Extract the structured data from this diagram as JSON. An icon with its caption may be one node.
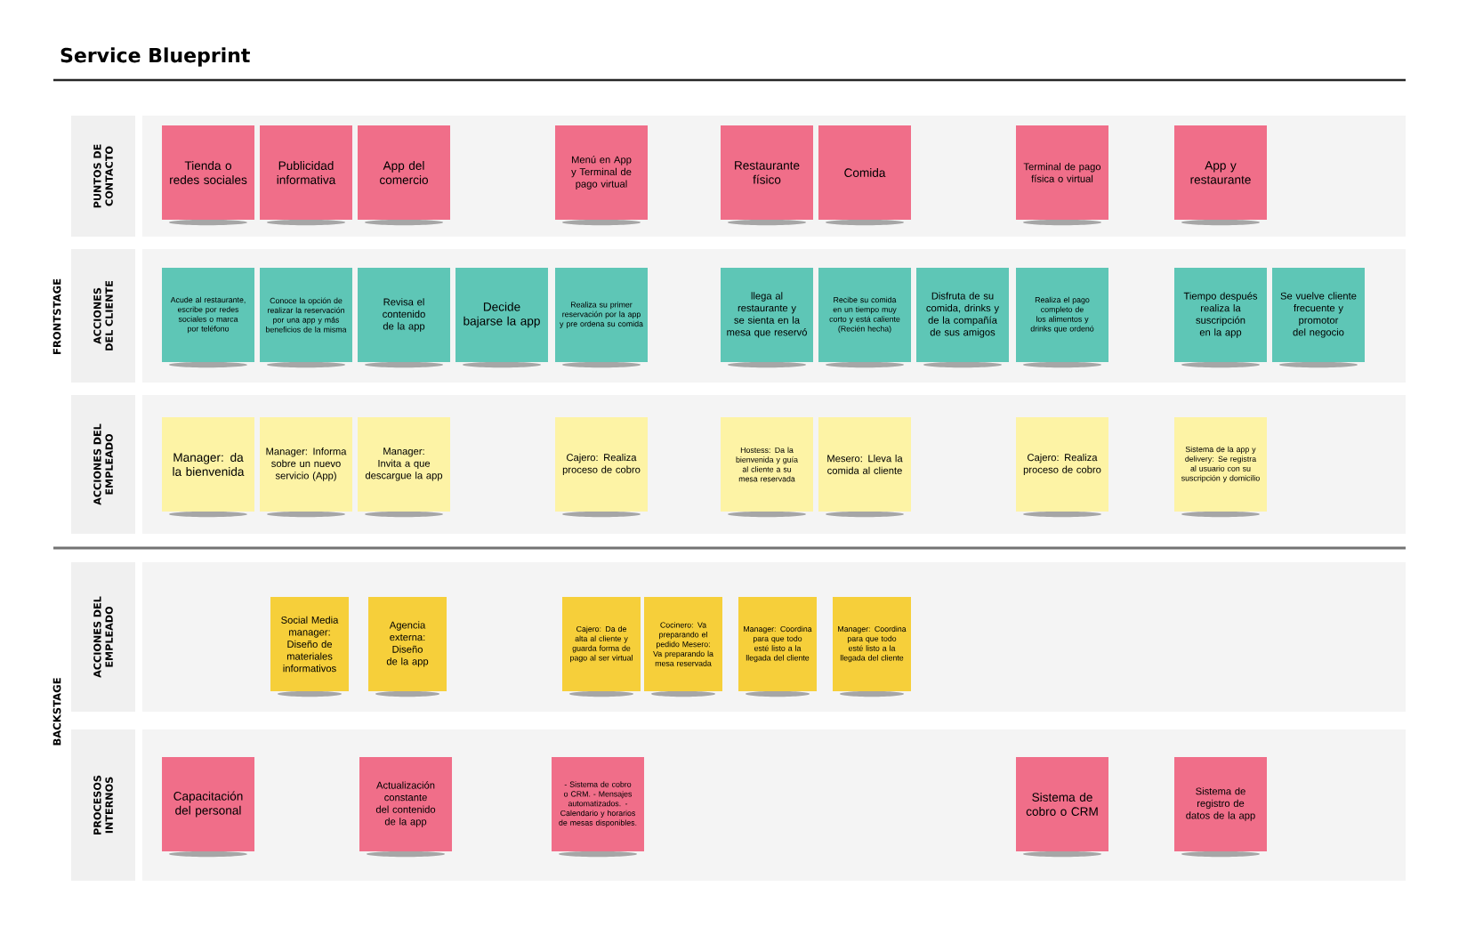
{
  "diagram": {
    "title": "Service Blueprint",
    "nodes": [
      {
        "text": [
          "PUNTOS DE CONTACTO"
        ]
      },
      {
        "text": [
          "Tienda o redes sociales"
        ],
        "in": 0
      },
      {
        "text": [
          "Publicidad informativa"
        ],
        "in": 0
      },
      {
        "text": [
          "App del comercio"
        ],
        "in": 0
      },
      {
        "text": [
          "Menú en App y Terminal de pago virtual"
        ],
        "in": 0
      },
      {
        "text": [
          "Restaurante físico"
        ],
        "in": 0
      },
      {
        "text": [
          "Comida"
        ],
        "in": 0
      },
      {
        "text": [
          "Terminal de pago física o virtual"
        ],
        "in": 0
      },
      {
        "text": [
          "App y restaurante"
        ],
        "in": 0
      },
      {
        "text": [
          "ACCIONES DEL CLIENTE"
        ]
      },
      {
        "text": [
          "Acude al restaurante, escribe por redes sociales o marca por teléfono"
        ],
        "in": 9
      },
      {
        "text": [
          "Conoce la opción de realizar la reservación por una app y más beneficios de la misma"
        ],
        "in": 9
      },
      {
        "text": [
          "Revisa el contenido de la app"
        ],
        "in": 9
      },
      {
        "text": [
          "Decide bajarse la app"
        ],
        "in": 9
      },
      {
        "text": [
          "Realiza su primer reservación por la app y pre ordena su comida"
        ],
        "in": 9
      },
      {
        "text": [
          "llega al restaurante y se sienta en la mesa que reservó"
        ],
        "in": 9
      },
      {
        "text": [
          "Recibe su comida en un tiempo muy corto y está caliente (Recién hecha)"
        ],
        "in": 9
      },
      {
        "text": [
          "Disfruta de su comida, drinks y de la compañía de sus amigos"
        ],
        "in": 9
      },
      {
        "text": [
          "Realiza el pago completo de los alimentos y drinks que ordenó"
        ],
        "in": 9
      },
      {
        "text": [
          "Tiempo después realiza la suscripción en la app"
        ],
        "in": 9
      },
      {
        "text": [
          "Se vuelve cliente frecuente y promotor del negocio"
        ],
        "in": 9
      },
      {
        "text": [
          "ACCIONES DEL EMPLEADO"
        ]
      },
      {
        "text": [
          "Manager: da la bienvenida"
        ],
        "in": 21
      },
      {
        "text": [
          "Manager: Informa sobre un nuevo servicio (App)"
        ],
        "in": 21
      },
      {
        "text": [
          "Manager: Invita a que descargue la app"
        ],
        "in": 21
      },
      {
        "text": [
          "Cajero: Realiza proceso de cobro"
        ],
        "in": 21
      },
      {
        "text": [
          "Hostess: Da la bienvenida y guía al cliente a su mesa reservada"
        ],
        "in": 21
      },
      {
        "text": [
          "Mesero: Lleva la comida al cliente"
        ],
        "in": 21
      },
      {
        "text": [
          "Cajero: Realiza proceso de cobro"
        ],
        "in": 21
      },
      {
        "text": [
          "Sistema de la app y delivery: Se registra al usuario con su suscripción y domicilio"
        ],
        "in": 21
      },
      {
        "text": [
          "ACCIONES DEL EMPLEADO"
        ]
      },
      {
        "text": [
          "Social Media manager: Diseño de materiales informativos"
        ],
        "in": 30
      },
      {
        "text": [
          "Agencia externa: Diseño de la app"
        ],
        "in": 30
      },
      {
        "text": [
          "Cajero: Da de alta al cliente y guarda forma de pago al ser virtual"
        ],
        "in": 30
      },
      {
        "text": [
          "Cocinero: Va preparando el pedido Mesero: Va preparando la mesa reservada"
        ],
        "in": 30
      },
      {
        "text": [
          "Manager: Coordina para que todo esté listo a la llegada del cliente"
        ],
        "in": 30
      },
      {
        "text": [
          "Manager: Coordina para que todo esté listo a la llegada del cliente"
        ],
        "in": 30
      },
      {
        "text": [
          "PROCESOS INTERNOS"
        ]
      },
      {
        "text": [
          "Capacitación del personal"
        ],
        "in": 37
      },
      {
        "text": [
          "Actualización constante del contenido de la app"
        ],
        "in": 37
      },
      {
        "text": [
          "- Sistema de cobro o CRM. - Mensajes automatizados. - Calendario y horarios de mesas disponibles."
        ],
        "in": 37
      },
      {
        "text": [
          "Sistema de cobro o CRM"
        ],
        "in": 37
      },
      {
        "text": [
          "Sistema de registro de datos de la app"
        ],
        "in": 37
      }
    ],
    "labels": [
      "FRONTSTAGE",
      "BACKSTAGE"
    ]
  }
}
